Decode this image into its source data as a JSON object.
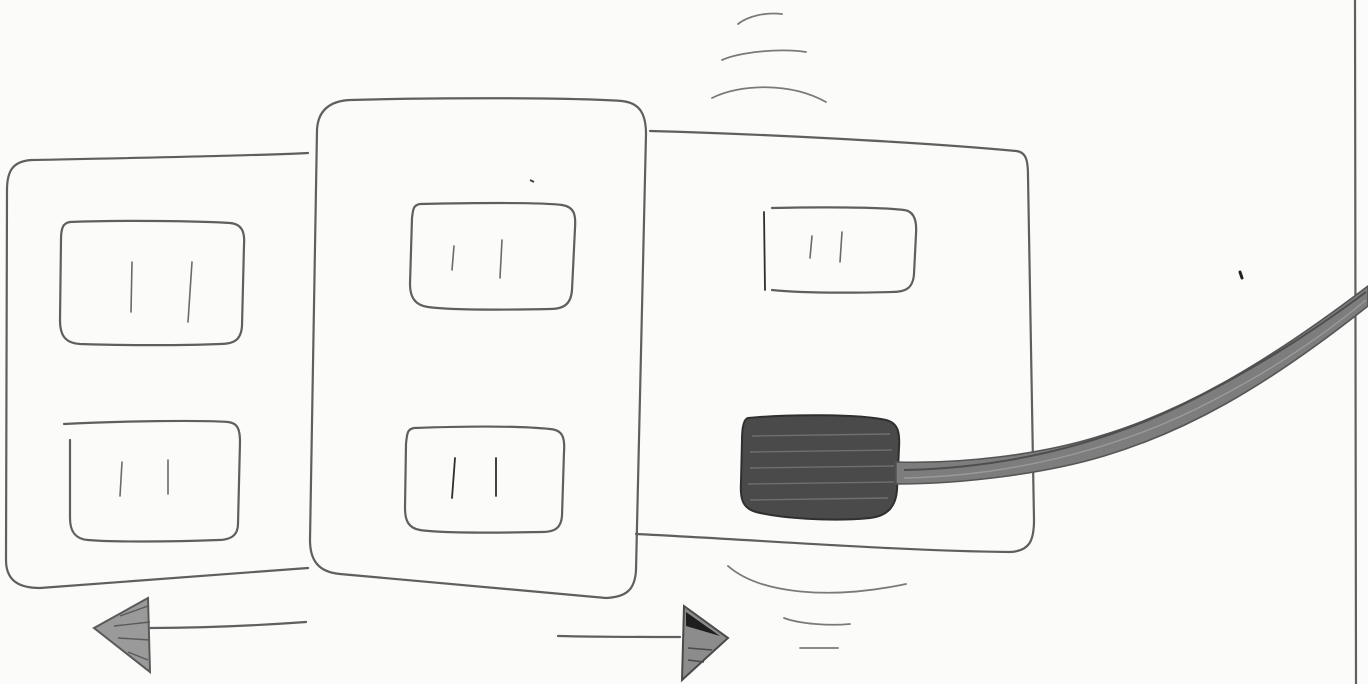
{
  "sketch": {
    "panels": [
      {
        "name": "left",
        "outlets": 2
      },
      {
        "name": "middle",
        "outlets": 2
      },
      {
        "name": "right",
        "outlets": 2,
        "plugged_in": "bottom"
      }
    ],
    "arrows": [
      "left",
      "right"
    ],
    "motion_marks": [
      "top-right-panel",
      "bottom-right-panel"
    ],
    "colors": {
      "paper": "#fbfbfa",
      "pencil": "#5f5f5f",
      "plug_fill": "#4a4a4a"
    }
  }
}
